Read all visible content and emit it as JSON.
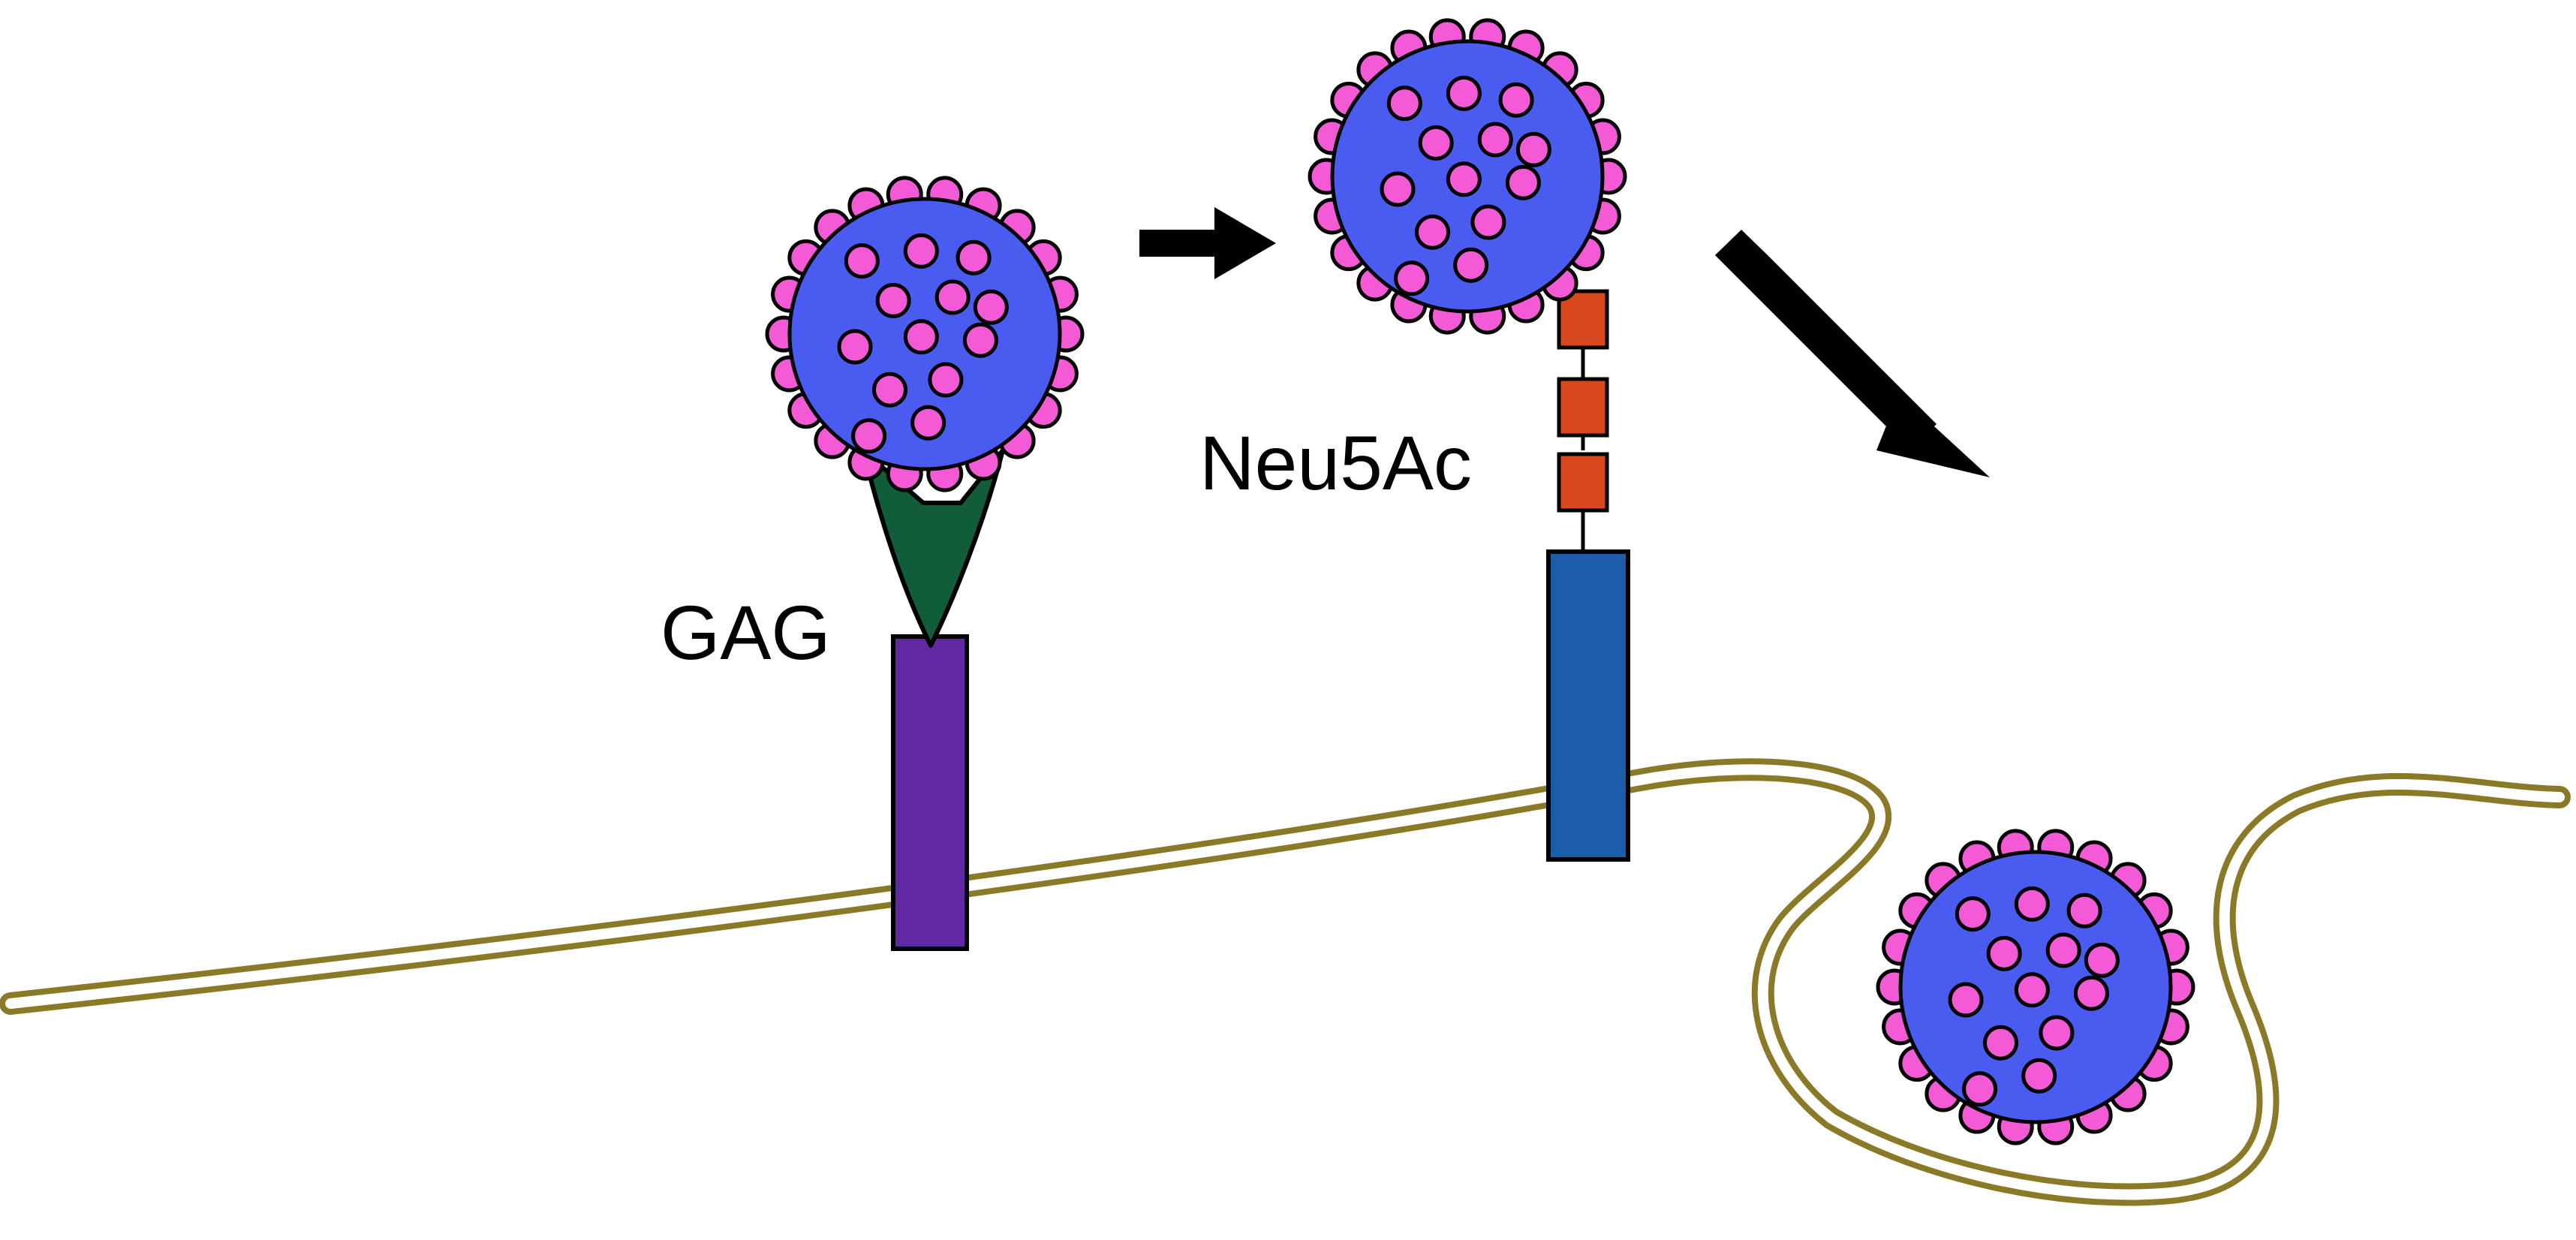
{
  "labels": {
    "gag": "GAG",
    "neu5ac": "Neu5Ac"
  },
  "colors": {
    "background": "#ffffff",
    "virion_body": "#4a5cf0",
    "virion_spike": "#f55ad6",
    "gag_receptor": "#6129a3",
    "gag_binding": "#115c3b",
    "sialic_receptor": "#1b5cab",
    "neu5ac_sugar": "#d8471d",
    "membrane": "#8a7a28",
    "outline": "#000000"
  },
  "elements": [
    {
      "kind": "virion",
      "state": "bound-gag"
    },
    {
      "kind": "arrow",
      "direction": "right"
    },
    {
      "kind": "virion",
      "state": "bound-neu5ac"
    },
    {
      "kind": "arrow",
      "direction": "down-right"
    },
    {
      "kind": "virion",
      "state": "internalized"
    }
  ]
}
